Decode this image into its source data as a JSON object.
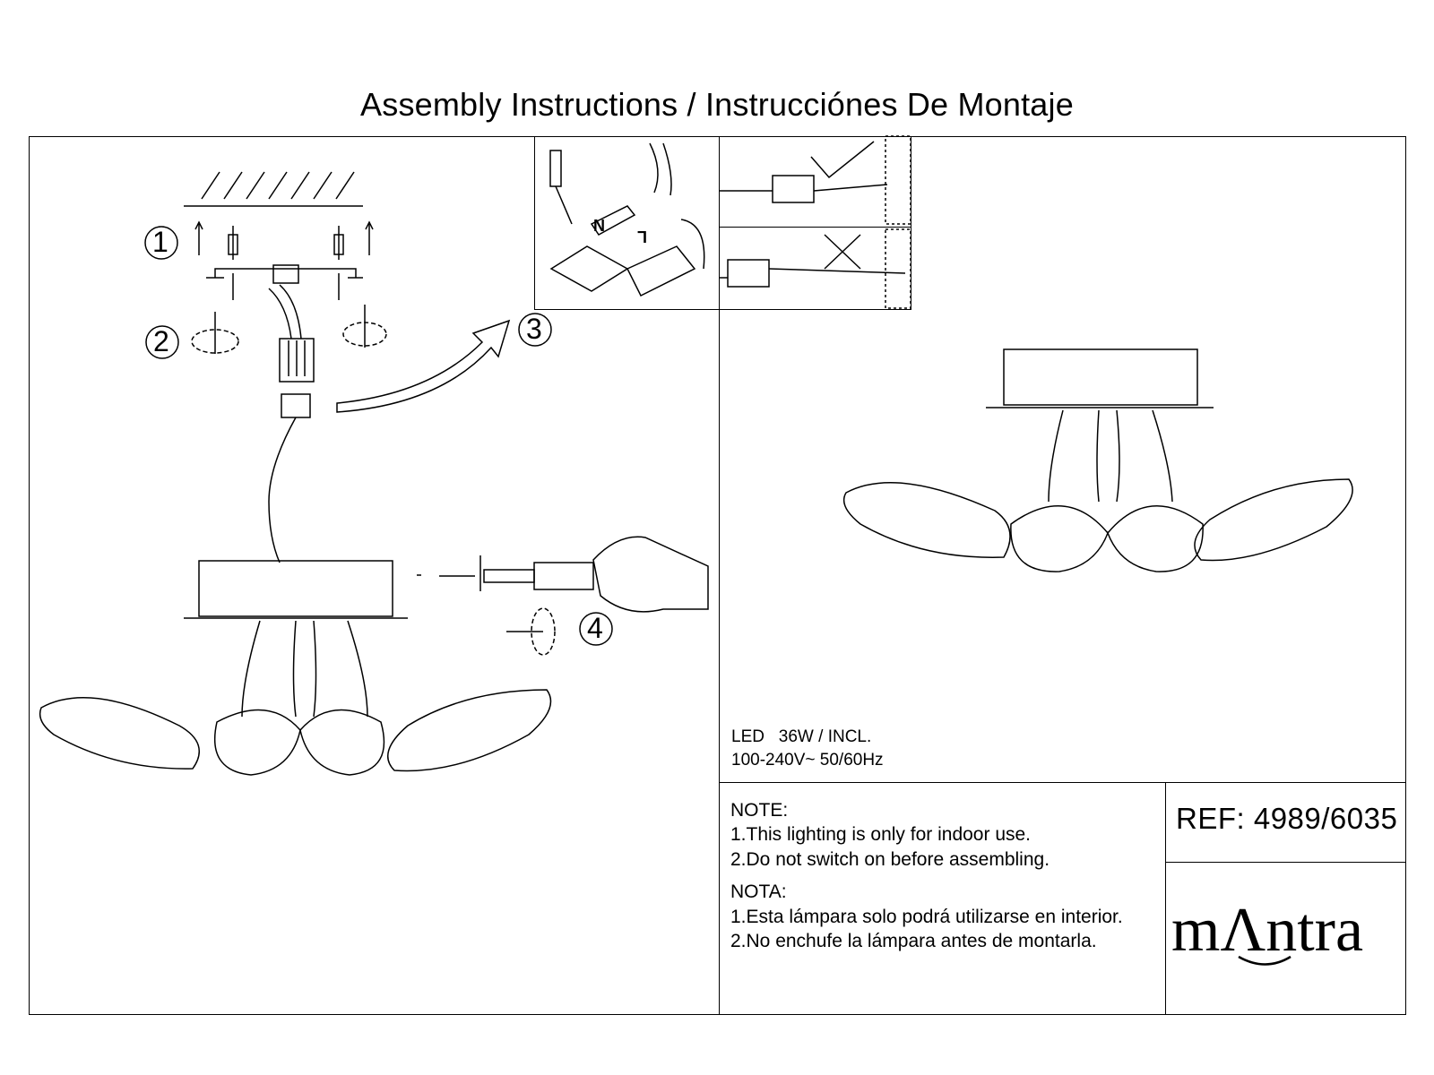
{
  "header": {
    "title": "Assembly Instructions / Instrucciónes De Montaje"
  },
  "steps": [
    "1",
    "2",
    "3",
    "4"
  ],
  "specs": {
    "line1": "LED   36W / INCL.",
    "line2": "100-240V~ 50/60Hz"
  },
  "notes_en": {
    "heading": "NOTE:",
    "items": [
      "1.This lighting is only for indoor use.",
      "2.Do not switch on before assembling."
    ]
  },
  "notes_es": {
    "heading": "NOTA:",
    "items": [
      "1.Esta lámpara solo podrá utilizarse en interior.",
      "2.No enchufe la lámpara antes de montarla."
    ]
  },
  "reference": "REF: 4989/6035",
  "brand": {
    "logo_text": "mΛntra"
  },
  "wiring_labels": {
    "neutral": "N",
    "live": "L"
  }
}
